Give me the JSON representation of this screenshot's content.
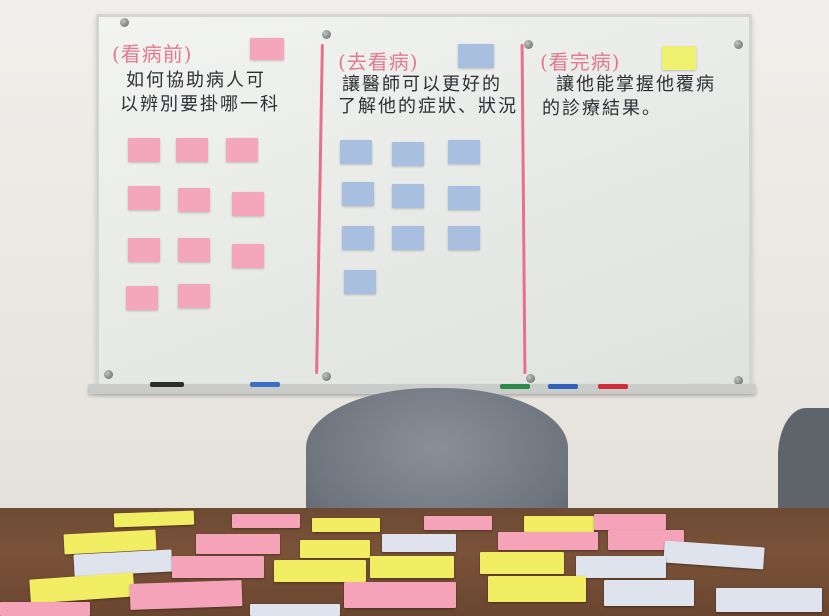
{
  "board": {
    "columns": [
      {
        "heading": "(看病前)",
        "goal_lines": [
          "如何協助病人可",
          "以辨別要掛哪一科"
        ],
        "heading_note": "",
        "notes": []
      },
      {
        "heading": "(去看病)",
        "goal_lines": [
          "讓醫師可以更好的",
          "了解他的症狀、狀況"
        ],
        "heading_note": "",
        "notes": []
      },
      {
        "heading": "(看完病)",
        "goal_lines": [
          "讓他能掌握他覆病",
          "的診療結果。"
        ],
        "heading_note": "",
        "notes": []
      }
    ]
  },
  "colors": {
    "heading_pink": "#e27b8f",
    "note_pink": "#f4a6bb",
    "note_blue": "#a9bfe0",
    "note_yellow": "#eef070",
    "table_wood": "#6d4a33",
    "chair_grey": "#6f757e"
  },
  "table_cards": []
}
